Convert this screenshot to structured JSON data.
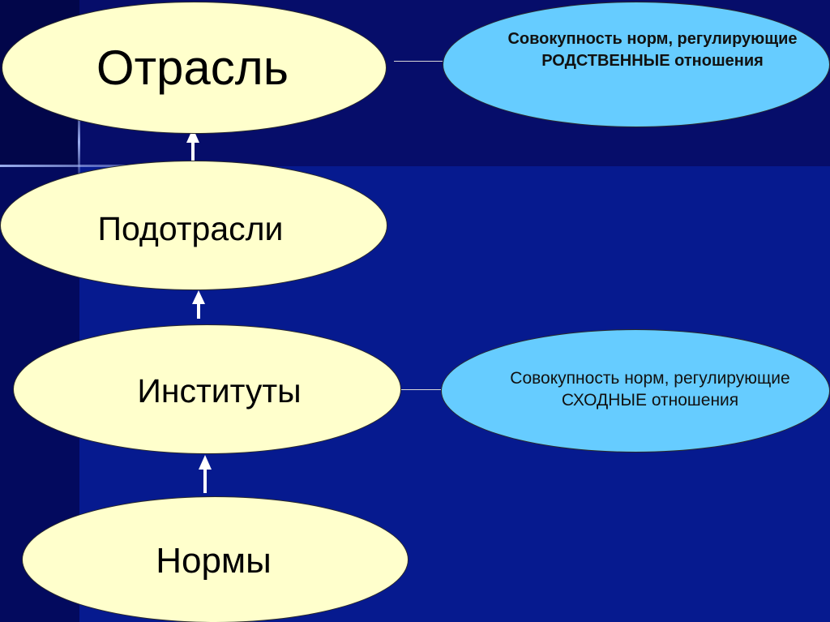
{
  "hierarchy": {
    "otrasl": "Отрасль",
    "podotrasli": "Подотрасли",
    "instituty": "Институты",
    "normy": "Нормы"
  },
  "descriptions": {
    "otrasl": {
      "line1": "Совокупность норм, регулирующие",
      "line2": "РОДСТВЕННЫЕ отношения"
    },
    "instituty": {
      "line1": "Совокупность норм, регулирующие",
      "line2": "СХОДНЫЕ отношения"
    }
  },
  "colors": {
    "background": "#061a8f",
    "main_node_fill": "#ffffcc",
    "description_node_fill": "#66ccff",
    "arrow": "#ffffff"
  }
}
